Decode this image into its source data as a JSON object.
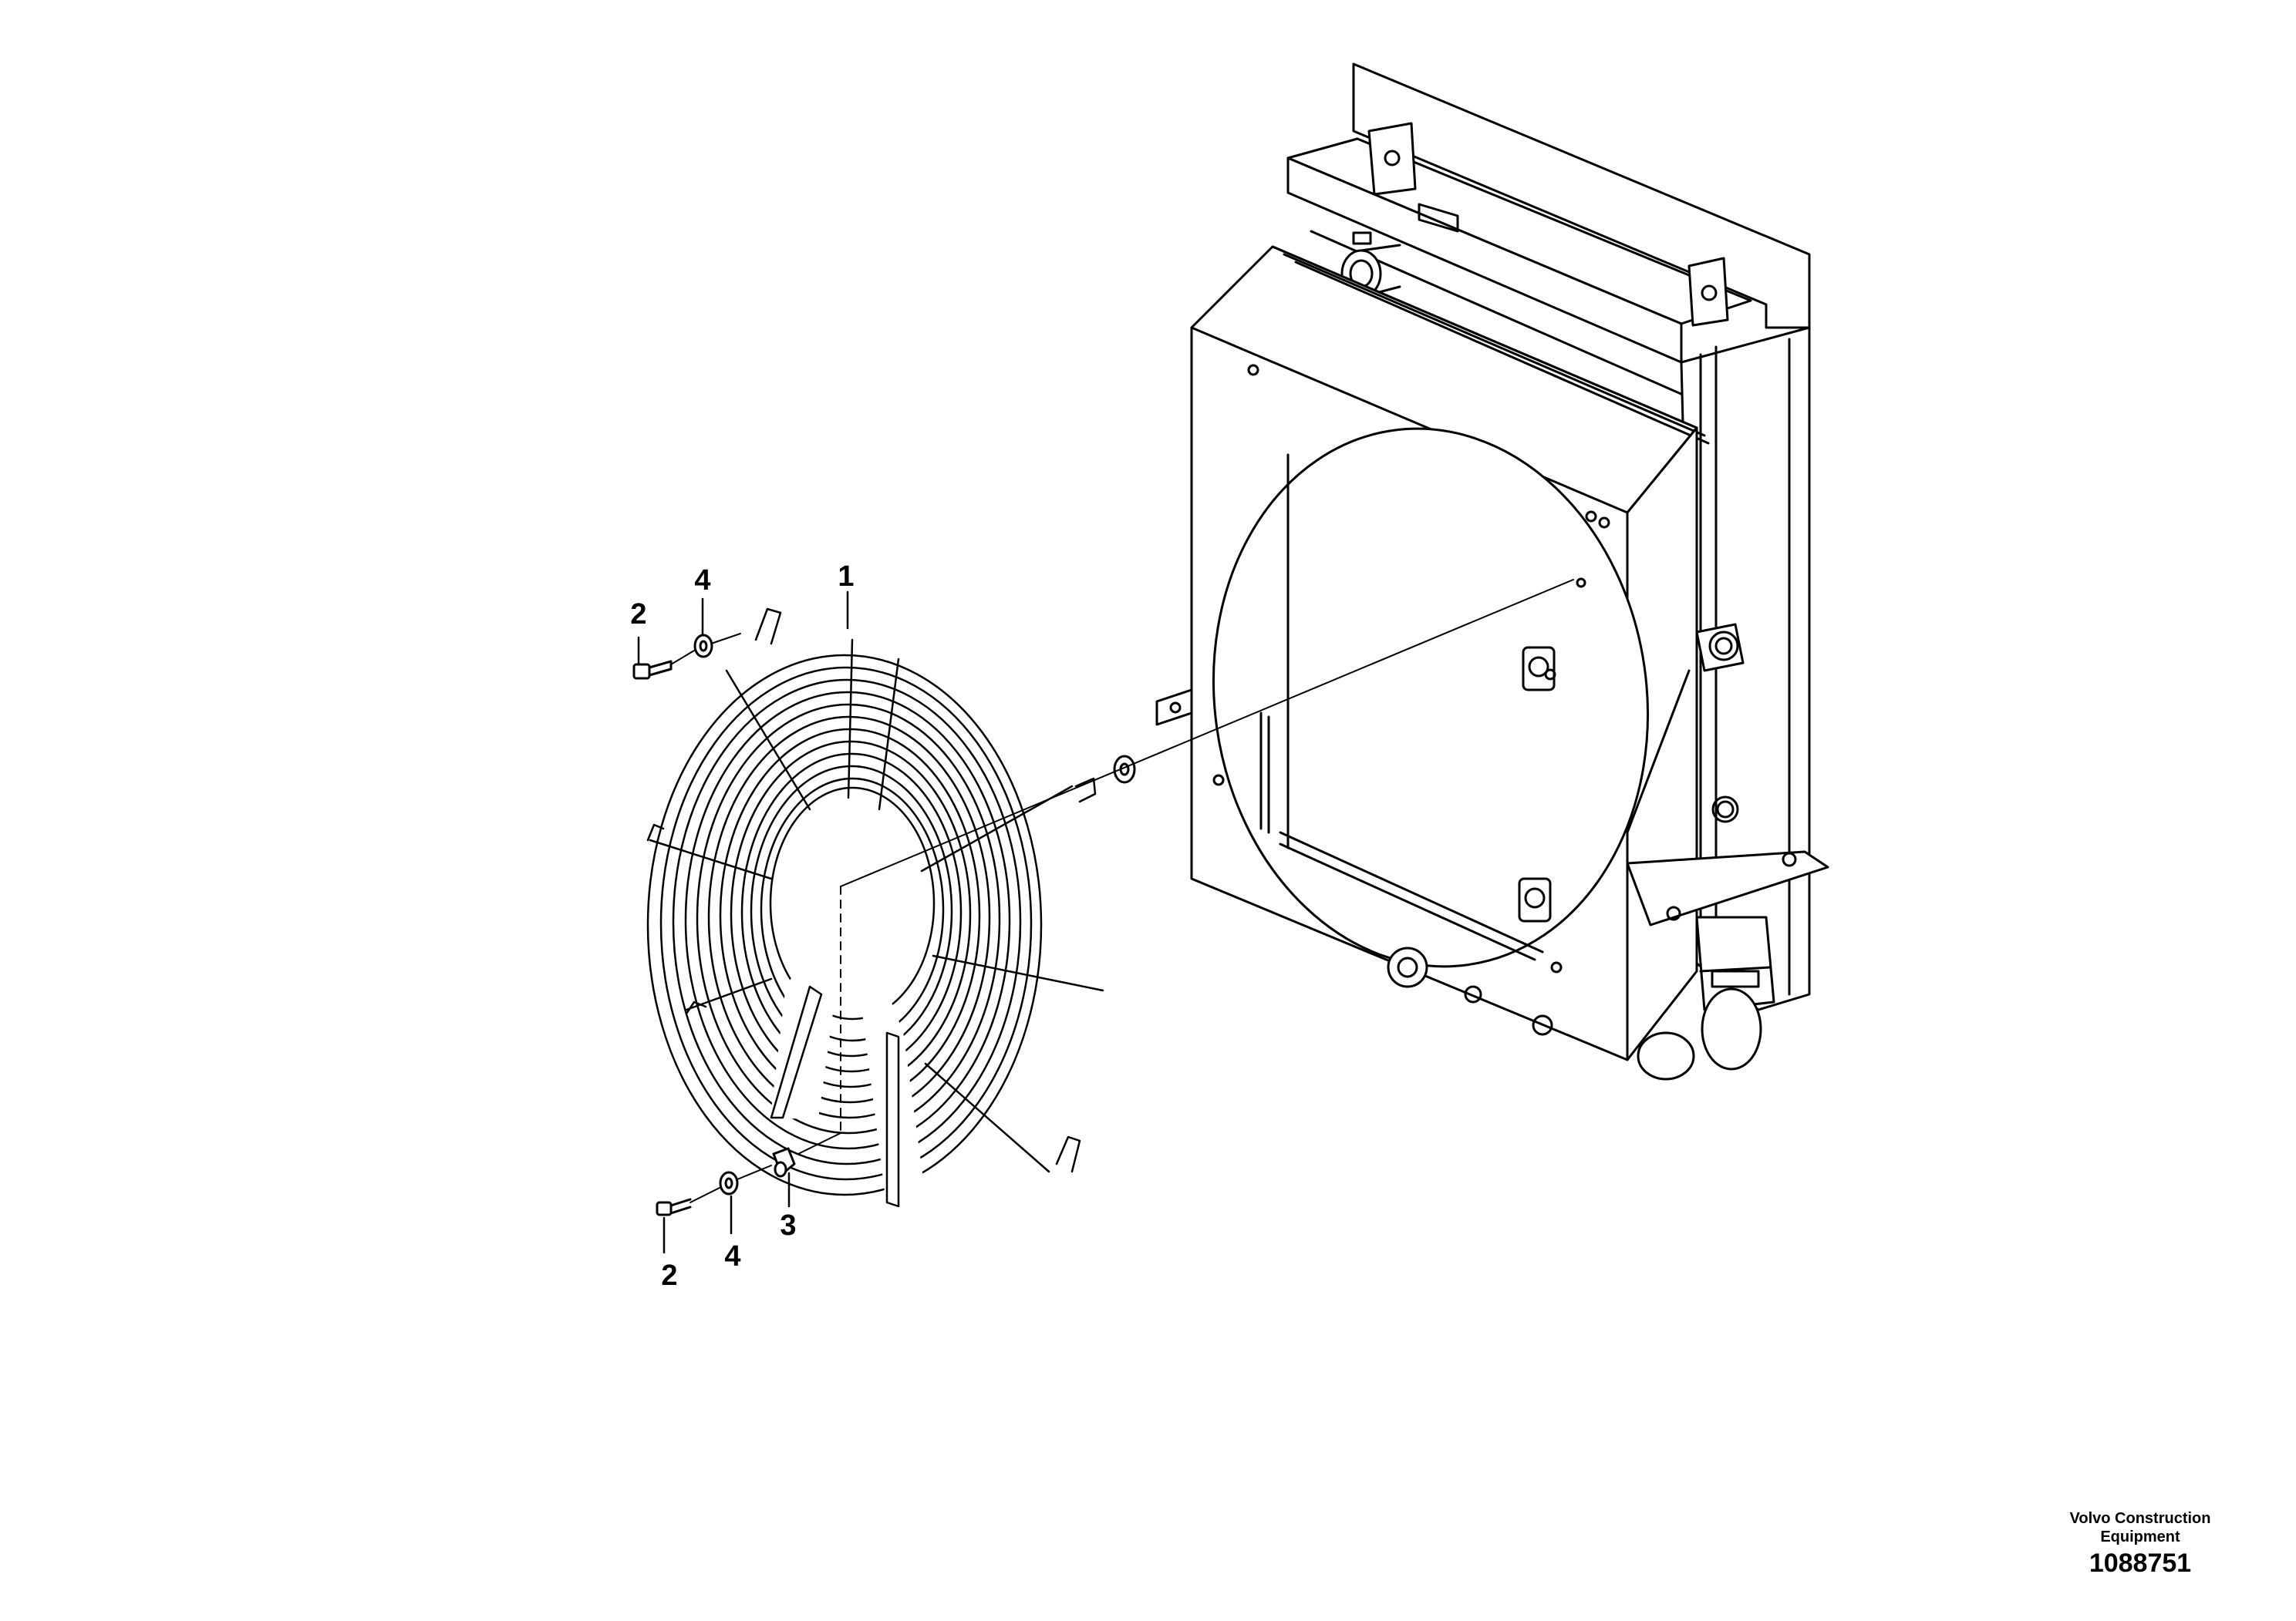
{
  "callouts": [
    {
      "id": "c1",
      "label": "1"
    },
    {
      "id": "c2a",
      "label": "2"
    },
    {
      "id": "c4a",
      "label": "4"
    },
    {
      "id": "c2b",
      "label": "2"
    },
    {
      "id": "c4b",
      "label": "4"
    },
    {
      "id": "c3",
      "label": "3"
    }
  ],
  "brand": {
    "line1": "Volvo Construction",
    "line2": "Equipment"
  },
  "doc_number": "1088751"
}
